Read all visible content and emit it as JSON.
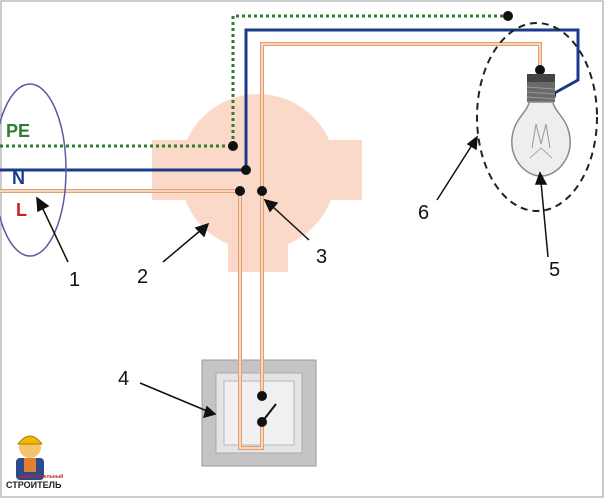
{
  "wires": {
    "pe_label": "PE",
    "n_label": "N",
    "l_label": "L"
  },
  "callouts": [
    "1",
    "2",
    "3",
    "4",
    "5",
    "6"
  ],
  "logo": {
    "line1": "СТРОИТЕЛЬ",
    "small": "самостоятельный"
  },
  "colors": {
    "pe": "#2e7d32",
    "n": "#1a3a8a",
    "l": "#e0a070",
    "junction_box": "#fbd9c8",
    "switch_plate": "#c8c8c8",
    "ellipse": "#5a5aa0"
  }
}
